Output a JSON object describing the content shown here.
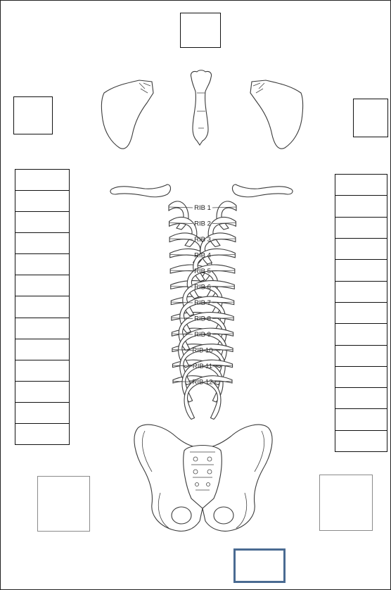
{
  "ribs": {
    "labels": [
      "RIB 1",
      "RIB 2",
      "RIB 3",
      "RIB 4",
      "RIB 5",
      "RIB 6",
      "RIB 7",
      "RIB 8",
      "RIB 9",
      "RIB 10",
      "RIB 11",
      "RIB 12"
    ]
  },
  "tally_columns": {
    "left_rows": 13,
    "right_rows": 13
  },
  "colors": {
    "outline": "#111111",
    "grey_box": "#8a8a8a",
    "highlight_box": "#4a6b92"
  }
}
